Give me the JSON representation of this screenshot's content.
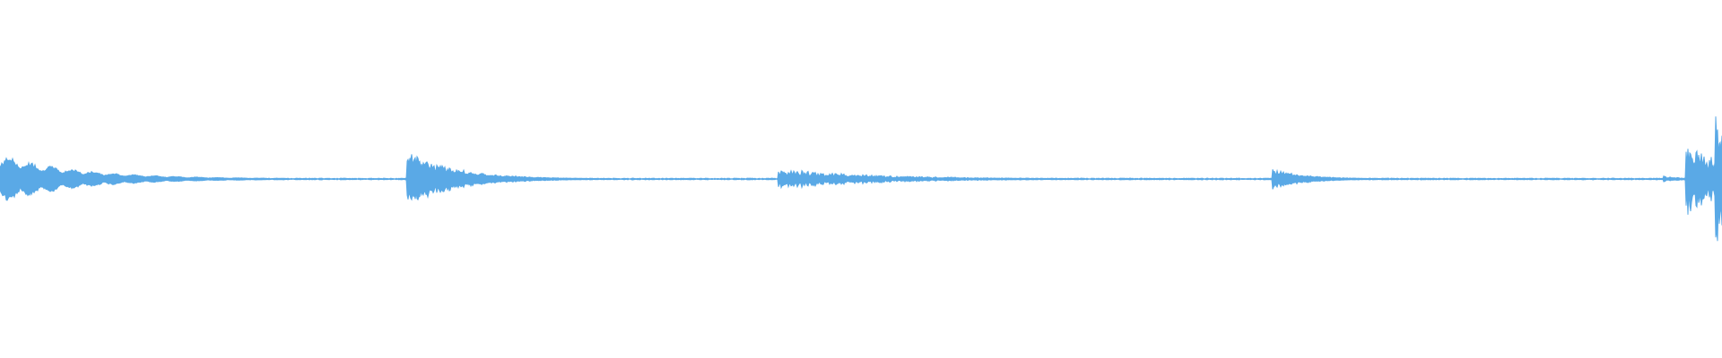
{
  "waveform": {
    "color": "#5aa9e6",
    "duration_units": 1,
    "bursts": [
      {
        "start": 0.0,
        "peak": 0.14,
        "decay": 0.045,
        "texture": "ringing"
      },
      {
        "start": 0.236,
        "peak": 0.17,
        "decay": 0.028,
        "texture": "pluck"
      },
      {
        "start": 0.452,
        "peak": 0.06,
        "decay": 0.06,
        "texture": "noisy"
      },
      {
        "start": 0.739,
        "peak": 0.06,
        "decay": 0.02,
        "texture": "pluck"
      },
      {
        "start": 0.966,
        "peak": 0.02,
        "decay": 0.01,
        "texture": "noisy"
      },
      {
        "start": 0.979,
        "peak": 0.23,
        "decay": 0.03,
        "texture": "noisy"
      },
      {
        "start": 0.996,
        "peak": 0.46,
        "decay": 0.01,
        "texture": "noisy"
      }
    ],
    "noise_floor": 0.004
  }
}
